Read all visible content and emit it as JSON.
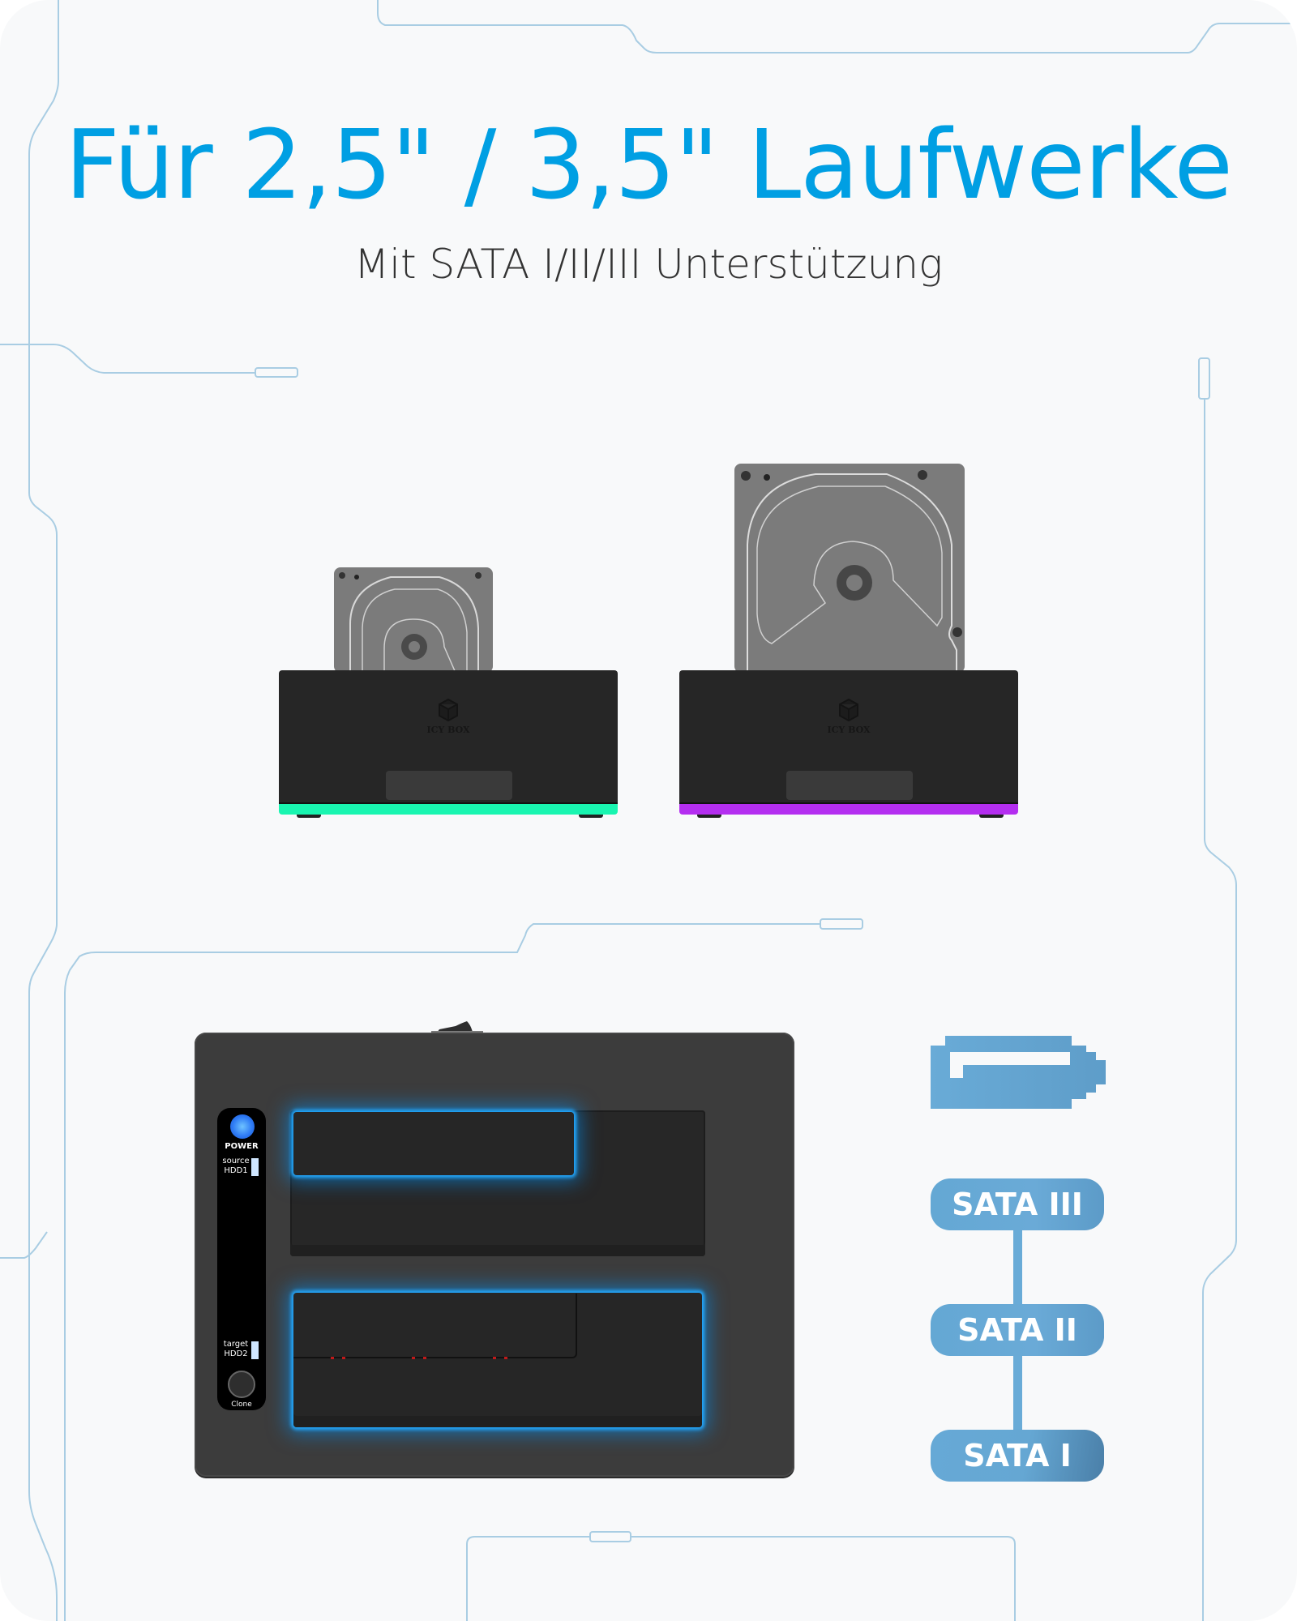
{
  "headline": "Für 2,5\" / 3,5\" Laufwerke",
  "subline": "Mit SATA I/II/III Unterstützung",
  "colors": {
    "headline": "#009fe3",
    "subline": "#333333",
    "background": "#f8f9fa",
    "circuit_lines": "#a9cde3",
    "led_green": "#19f5b0",
    "led_purple": "#b42ef0",
    "bay_glow": "#24a9ff",
    "sata_blue": "#66a9d6"
  },
  "single_docks": [
    {
      "brand": "ICY BOX",
      "drive_size": "2,5\"",
      "led_color": "#19f5b0"
    },
    {
      "brand": "ICY BOX",
      "drive_size": "3,5\"",
      "led_color": "#b42ef0"
    }
  ],
  "dual_dock": {
    "panel": {
      "power_label": "POWER",
      "source_label_1": "source",
      "source_label_2": "HDD1",
      "target_label_1": "target",
      "target_label_2": "HDD2",
      "clone_label": "Clone"
    }
  },
  "sata": {
    "icon": "sata-connector-icon",
    "versions": [
      "SATA III",
      "SATA II",
      "SATA I"
    ]
  }
}
